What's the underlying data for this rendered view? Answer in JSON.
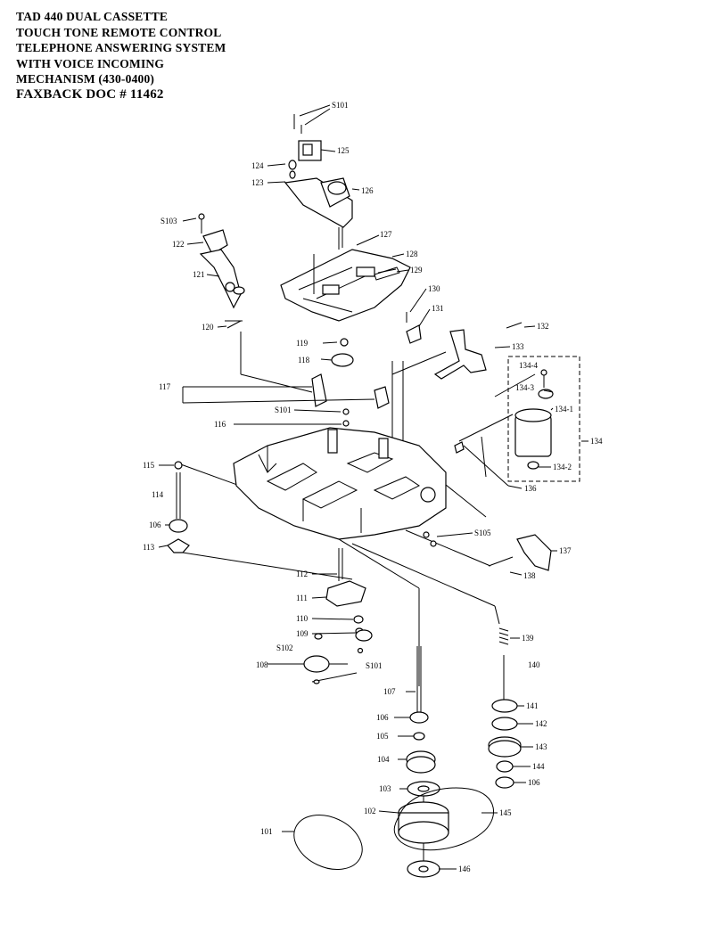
{
  "title_lines": [
    "TAD 440 DUAL CASSETTE",
    "TOUCH TONE REMOTE CONTROL",
    "TELEPHONE ANSWERING SYSTEM",
    "WITH VOICE INCOMING",
    "MECHANISM (430-0400)",
    "FAXBACK DOC # 11462"
  ],
  "callouts": [
    {
      "id": "s101-top",
      "label": "S101"
    },
    {
      "id": "125",
      "label": "125"
    },
    {
      "id": "124",
      "label": "124"
    },
    {
      "id": "123",
      "label": "123"
    },
    {
      "id": "126",
      "label": "126"
    },
    {
      "id": "s103",
      "label": "S103"
    },
    {
      "id": "122",
      "label": "122"
    },
    {
      "id": "127",
      "label": "127"
    },
    {
      "id": "128",
      "label": "128"
    },
    {
      "id": "129",
      "label": "129"
    },
    {
      "id": "121",
      "label": "121"
    },
    {
      "id": "130",
      "label": "130"
    },
    {
      "id": "131",
      "label": "131"
    },
    {
      "id": "120",
      "label": "120"
    },
    {
      "id": "132",
      "label": "132"
    },
    {
      "id": "119",
      "label": "119"
    },
    {
      "id": "133",
      "label": "133"
    },
    {
      "id": "118",
      "label": "118"
    },
    {
      "id": "134-4",
      "label": "134-4"
    },
    {
      "id": "117",
      "label": "117"
    },
    {
      "id": "134-3",
      "label": "134-3"
    },
    {
      "id": "s101-mid",
      "label": "S101"
    },
    {
      "id": "134-1",
      "label": "134-1"
    },
    {
      "id": "116",
      "label": "116"
    },
    {
      "id": "134",
      "label": "134"
    },
    {
      "id": "115",
      "label": "115"
    },
    {
      "id": "134-2",
      "label": "134-2"
    },
    {
      "id": "136",
      "label": "136"
    },
    {
      "id": "114",
      "label": "114"
    },
    {
      "id": "106-left",
      "label": "106"
    },
    {
      "id": "s105",
      "label": "S105"
    },
    {
      "id": "113",
      "label": "113"
    },
    {
      "id": "137",
      "label": "137"
    },
    {
      "id": "138",
      "label": "138"
    },
    {
      "id": "112",
      "label": "112"
    },
    {
      "id": "111",
      "label": "111"
    },
    {
      "id": "110",
      "label": "110"
    },
    {
      "id": "109",
      "label": "109"
    },
    {
      "id": "139",
      "label": "139"
    },
    {
      "id": "s102",
      "label": "S102"
    },
    {
      "id": "108",
      "label": "108"
    },
    {
      "id": "s101-low",
      "label": "S101"
    },
    {
      "id": "140",
      "label": "140"
    },
    {
      "id": "107",
      "label": "107"
    },
    {
      "id": "141",
      "label": "141"
    },
    {
      "id": "106-mid",
      "label": "106"
    },
    {
      "id": "142",
      "label": "142"
    },
    {
      "id": "105",
      "label": "105"
    },
    {
      "id": "143",
      "label": "143"
    },
    {
      "id": "104",
      "label": "104"
    },
    {
      "id": "144",
      "label": "144"
    },
    {
      "id": "103",
      "label": "103"
    },
    {
      "id": "106-right",
      "label": "106"
    },
    {
      "id": "102",
      "label": "102"
    },
    {
      "id": "145",
      "label": "145"
    },
    {
      "id": "101",
      "label": "101"
    },
    {
      "id": "146",
      "label": "146"
    }
  ]
}
